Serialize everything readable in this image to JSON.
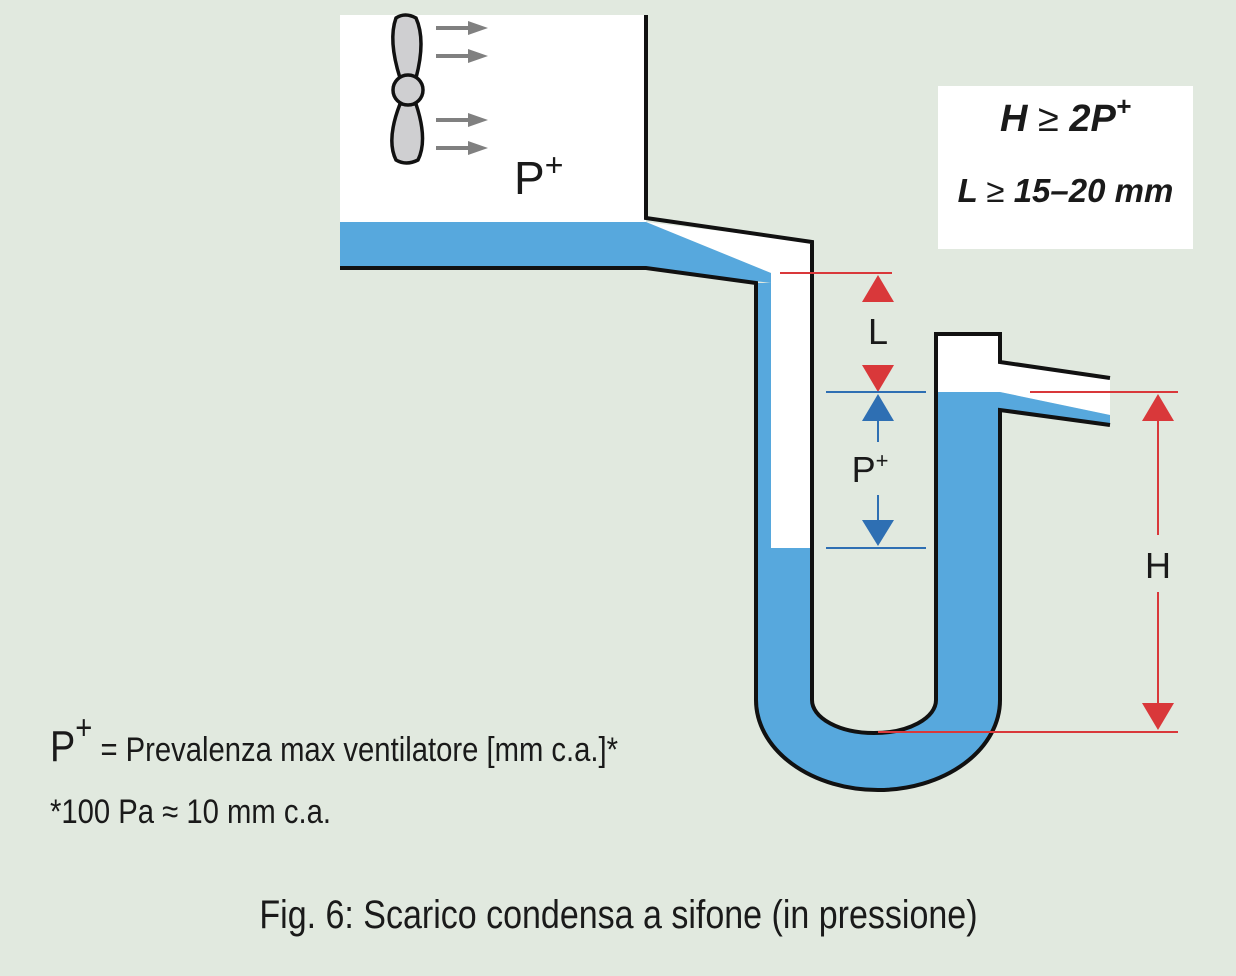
{
  "formulas": {
    "h_var": "H",
    "h_rel": "≥",
    "h_rhs": "2P",
    "h_sup": "+",
    "l_var": "L",
    "l_rel": "≥",
    "l_rhs": "15–20 mm"
  },
  "labels": {
    "fan_pressure": "P+",
    "dim_l": "L",
    "dim_p": "P+",
    "dim_h": "H"
  },
  "legend": {
    "symbol": "P",
    "symbol_sup": "+",
    "definition": "= Prevalenza max ventilatore [mm c.a.]*",
    "note": "*100 Pa ≈ 10 mm c.a."
  },
  "caption": "Fig. 6: Scarico condensa a sifone (in pressione)",
  "colors": {
    "background": "#e1e9df",
    "water": "#57a8dd",
    "dimension_red": "#d9383a",
    "dimension_blue": "#2e6fb3",
    "fan": "#cfcfd1",
    "arrow": "#808080"
  }
}
